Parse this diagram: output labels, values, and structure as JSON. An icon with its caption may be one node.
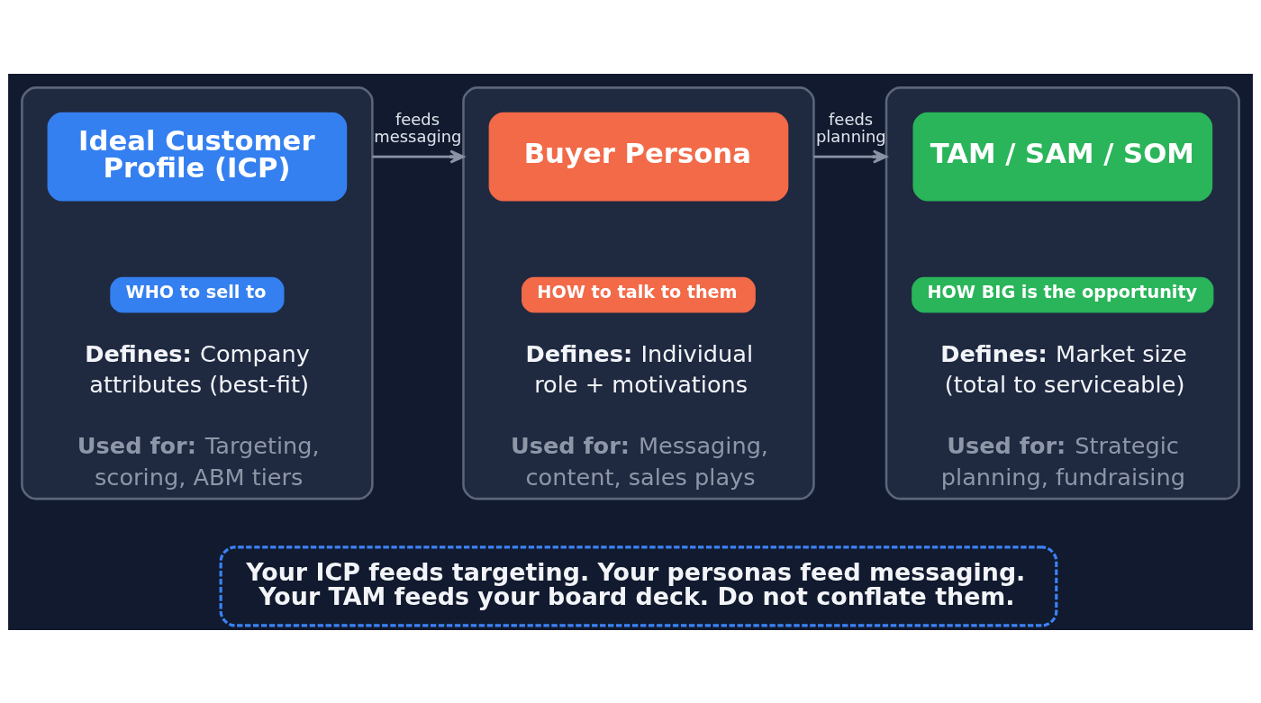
{
  "diagram": {
    "nodes": [
      {
        "text": [
          "**Defines:** Company attributes (best-fit)",
          "**Used for:** Targeting, scoring, ABM tiers"
        ]
      },
      {
        "text": [
          "Ideal Customer Profile (ICP)"
        ],
        "in": 0
      },
      {
        "text": [
          "WHO to sell to"
        ],
        "in": 0
      },
      {
        "text": [
          "**Defines:** Individual role + motivations",
          "**Used for:** Messaging, content, sales plays"
        ]
      },
      {
        "text": [
          "Buyer Persona"
        ],
        "in": 3
      },
      {
        "text": [
          "HOW to talk to them"
        ],
        "in": 3
      },
      {
        "text": [
          "**Defines:** Market size (total to serviceable)",
          "**Used for:** Strategic planning, fundraising"
        ]
      },
      {
        "text": [
          "TAM / SAM / SOM"
        ],
        "in": 6
      },
      {
        "text": [
          "HOW BIG is the opportunity"
        ],
        "in": 6
      },
      {
        "text": [
          "Your ICP feeds targeting. Your personas feed messaging. Your TAM feeds your board deck. Do not conflate them."
        ]
      }
    ],
    "edges": [
      {
        "from": 0,
        "to": 3,
        "arrow": "to",
        "label": "feeds messaging"
      },
      {
        "from": 3,
        "to": 6,
        "arrow": "to",
        "label": "feeds planning"
      }
    ]
  }
}
